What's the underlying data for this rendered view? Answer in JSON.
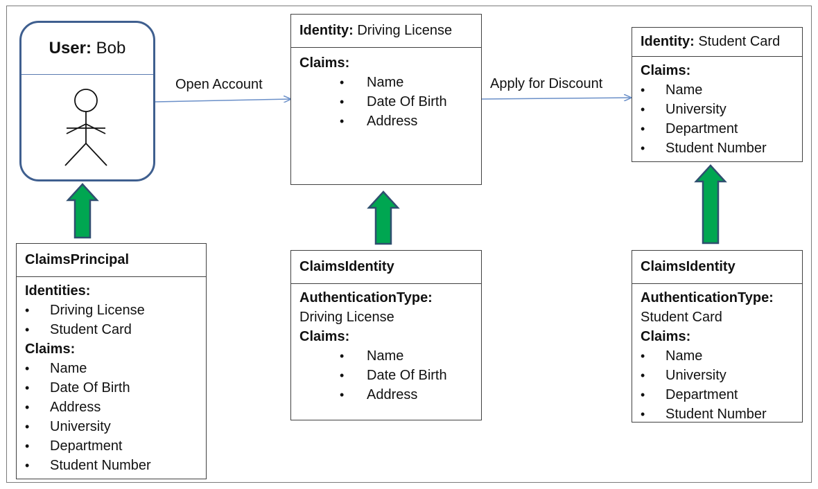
{
  "user": {
    "label_key": "User:",
    "label_value": "Bob"
  },
  "connectors": {
    "open_account": "Open Account",
    "apply_discount": "Apply for Discount"
  },
  "identity_dl": {
    "key": "Identity:",
    "value": "Driving License",
    "claims_label": "Claims:",
    "claims": [
      "Name",
      "Date Of Birth",
      "Address"
    ]
  },
  "identity_sc": {
    "key": "Identity:",
    "value": "Student Card",
    "claims_label": "Claims:",
    "claims": [
      "Name",
      "University",
      "Department",
      "Student Number"
    ]
  },
  "principal": {
    "title": "ClaimsPrincipal",
    "identities_label": "Identities:",
    "identities": [
      "Driving License",
      "Student Card"
    ],
    "claims_label": "Claims:",
    "claims": [
      "Name",
      "Date Of Birth",
      "Address",
      "University",
      "Department",
      "Student Number"
    ]
  },
  "ci_dl": {
    "title": "ClaimsIdentity",
    "auth_label": "AuthenticationType:",
    "auth_value": "Driving License",
    "claims_label": "Claims:",
    "claims": [
      "Name",
      "Date Of Birth",
      "Address"
    ]
  },
  "ci_sc": {
    "title": "ClaimsIdentity",
    "auth_label": "AuthenticationType:",
    "auth_value": "Student Card",
    "claims_label": "Claims:",
    "claims": [
      "Name",
      "University",
      "Department",
      "Student Number"
    ]
  },
  "colors": {
    "arrow_fill": "#00a651",
    "arrow_outline": "#2f4f6f",
    "user_border": "#3f5f8f",
    "connector_line": "#6a8fc8"
  }
}
